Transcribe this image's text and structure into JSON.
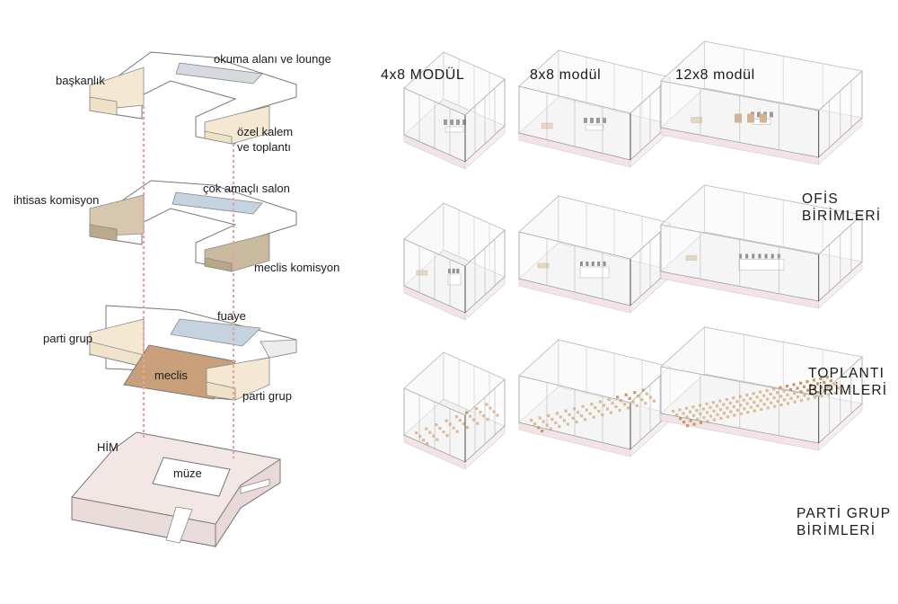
{
  "stack_labels": {
    "okuma": "okuma alanı ve lounge",
    "baskanlik": "başkanlık",
    "ozel_kalem_1": "özel kalem",
    "ozel_kalem_2": "ve toplantı",
    "cok_amacli": "çok amaçlı salon",
    "ihtisas": "ihtisas komisyon",
    "meclis_komisyon": "meclis komisyon",
    "fuaye": "fuaye",
    "parti_grup_left": "parti grup",
    "meclis": "meclis",
    "parti_grup_right": "parti grup",
    "him": "HİM",
    "muze": "müze"
  },
  "module_headers": [
    "4x8 MODÜL",
    "8x8 modül",
    "12x8 modül"
  ],
  "row_groups": [
    {
      "line1": "OFİS",
      "line2": "BİRİMLERİ"
    },
    {
      "line1": "TOPLANTI",
      "line2": "BİRİMLERİ"
    },
    {
      "line1": "PARTİ GRUP",
      "line2": "BİRİMLERİ"
    }
  ],
  "colors": {
    "cream": "#f4e8d3",
    "tan": "#c9b99f",
    "blue": "#c5d3e0",
    "gray_lounge": "#d6dae0",
    "meclis_brown": "#c9a07a",
    "him_pink": "#f1e4e2",
    "dash_red": "#e7a3a3",
    "furniture": "#d8c4a0",
    "chair_tan": "#c79a62"
  }
}
